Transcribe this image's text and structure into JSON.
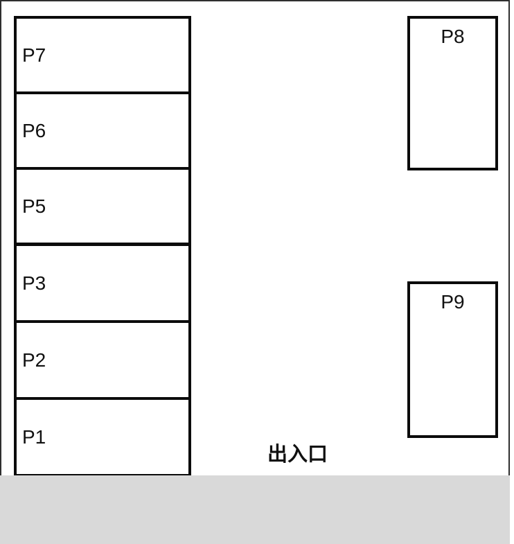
{
  "spaces": {
    "p7": "P7",
    "p6": "P6",
    "p5": "P5",
    "p3": "P3",
    "p2": "P2",
    "p1": "P1",
    "p8": "P8",
    "p9": "P9"
  },
  "entrance_label": "出入口",
  "colors": {
    "line": "#0b0b0b",
    "background": "#ffffff",
    "bottom_band": "#d9d9d9"
  }
}
